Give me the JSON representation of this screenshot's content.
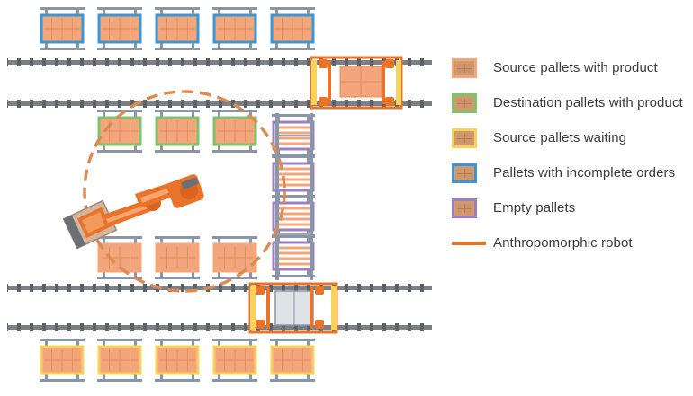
{
  "colors": {
    "pallet_fill": "#f3a57b",
    "pallet_grid": "#e08c5e",
    "rack": "#8a96a6",
    "rail": "#7b7f86",
    "conveyor": "#e8742c",
    "robot": "#e8742c",
    "robot_reach_circle": "#d98c55"
  },
  "legend": {
    "items": [
      {
        "label": "Source pallets with product",
        "border_color": "#f3a57b",
        "kind": "pallet"
      },
      {
        "label": "Destination pallets with product",
        "border_color": "#7bc46c",
        "kind": "pallet"
      },
      {
        "label": "Source pallets waiting",
        "border_color": "#f6d35a",
        "kind": "pallet"
      },
      {
        "label": "Pallets with incomplete orders",
        "border_color": "#3b97d3",
        "kind": "pallet"
      },
      {
        "label": "Empty pallets",
        "border_color": "#9b7fc0",
        "kind": "pallet"
      },
      {
        "label": "Anthropomorphic robot",
        "border_color": "#e8742c",
        "kind": "line"
      }
    ]
  }
}
